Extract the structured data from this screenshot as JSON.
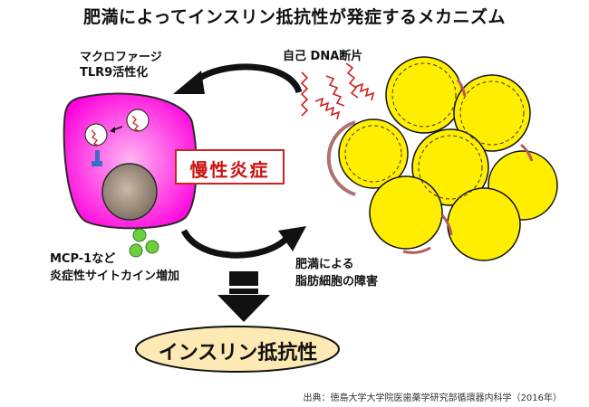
{
  "title": "肥満によってインスリン抵抗性が発症するメカニズム",
  "labels": {
    "macrophage_line1": "マクロファージ",
    "macrophage_line2": "TLR9活性化",
    "dna": "自己 DNA断片",
    "mcp_line1": "MCP-1など",
    "mcp_line2": "炎症性サイトカイン増加",
    "obesity_line1": "肥満による",
    "obesity_line2": "脂肪細胞の障害"
  },
  "center": "慢性炎症",
  "result": "インスリン抵抗性",
  "source": "出典：徳島大学大学院医歯薬学研究部循環器内科学（2016年）",
  "colors": {
    "cell_fill": "#ff00dd",
    "fat_fill": "#ffee00",
    "center_border": "#cc2222",
    "center_text": "#cc1111",
    "result_fill": "#fde9b3",
    "green_dots": "#6dcf3f",
    "dna_red": "#cc2020"
  },
  "icons": [
    "macrophage-cell",
    "nucleus",
    "dna-strand",
    "adipocyte-cluster",
    "cycle-arrow",
    "down-arrow"
  ]
}
